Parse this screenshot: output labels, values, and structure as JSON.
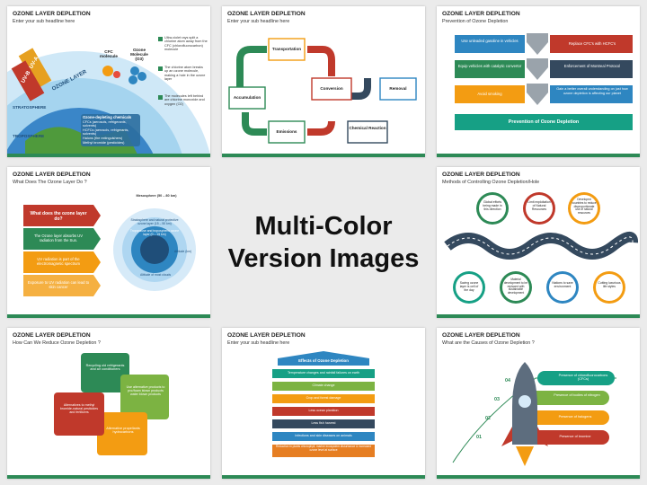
{
  "slides": [
    {
      "title": "OZONE LAYER DEPLETION",
      "subtitle": "Enter your sub headline here",
      "labels": {
        "uva": "UV-A",
        "uvb": "UV-B",
        "ozone": "OZONE LAYER",
        "stratosphere": "STRATOSPHERE",
        "troposphere": "TROPOSPHERE",
        "cfc": "CFC molecule",
        "o3": "Ozone Molecule (O3)",
        "odc": "Ozone-depleting chemicals",
        "c1": "CFCs (aerosols, refrigerants, solvents)",
        "c2": "HCFCs (aerosols, refrigerants, solvents)",
        "c3": "Halons (fire extinguishers)",
        "c4": "Methyl bromide (pesticides)",
        "s1": "Ultra-violet rays split a chlorine atom away from the CFC (chlorofluorocarbon) molecule",
        "s2": "The chlorine atom breaks up an ozone molecule, making a hole in the ozone layer",
        "s3": "The molecules left behind are chlorine monoxide and oxygen (O2)"
      }
    },
    {
      "title": "OZONE LAYER DEPLETION",
      "subtitle": "Enter your sub headline here",
      "steps": [
        "Transportation",
        "Accumulation",
        "Conversion",
        "Removal",
        "Emissions",
        "Chemical Reaction"
      ]
    },
    {
      "title": "OZONE LAYER DEPLETION",
      "subtitle": "Prevention of Ozone Depletion",
      "left": [
        "Use unleaded gasoline in vehicles",
        "Equip vehicles with catalytic convertor",
        "Avoid smoking"
      ],
      "right": [
        "Replace CFC's with HCFC's",
        "Enforcement of Montreal Protocol",
        "Gain a better overall understanding on just how ozone depletion is affecting our planet"
      ],
      "footer": "Prevention of Ozone Depletion"
    },
    {
      "title": "OZONE LAYER DEPLETION",
      "subtitle": "What Does The Ozone Layer Do ?",
      "items": [
        "What does the ozone layer do?",
        "The Ozone layer absorbs UV radiation from the Sun.",
        "UV radiation is part of the electromagnetic spectrum",
        "Exposure to UV radiation can lead to skin cancer"
      ],
      "rings": [
        "Mesosphere (50 – 80 km)",
        "Stratosphere and natural protective ozone layer (15 – 50 km)",
        "Tropopause and tropospheric ozone layer (0 – 15 km)",
        "Altitude (km)",
        "Altitude of most clouds"
      ]
    },
    {
      "title": "OZONE LAYER DEPLETION",
      "subtitle": "Methods of Controlling Ozone Depletion/Hole",
      "top": [
        "Global efforts being made in this direction",
        "Limit exploitation of Natural Resources",
        "Developed countries to reduce disproportionate use of natural resources"
      ],
      "bottom": [
        "Saving ozone layer is cell of the day",
        "Material development to be replaced with sustainable development",
        "Nations to save environment",
        "Cutting luxurious life styles"
      ]
    },
    {
      "title": "OZONE LAYER DEPLETION",
      "subtitle": "How Can We Reduce Ozone Depletion ?",
      "items": [
        "Recycling old refrigerants and air conditioners",
        "Use alternative products to pvc/foam blown products water blown products",
        "Alternative propellants hydrocarbons",
        "Alternatives to methyl bromide-natural pesticides and fertilizers"
      ]
    },
    {
      "title": "OZONE LAYER DEPLETION",
      "subtitle": "Enter your sub headline here",
      "header": "Effects of Ozone Depletion",
      "rows": [
        "Temperature changes and rainfall failures on earth",
        "Climate change",
        "Crop and forest damage",
        "Less ocean plankton",
        "Less fish harvest",
        "Infections and skin diseases on animals",
        "Reduction in plants chlorophyll, marine ecosystem disturbance & increased ozone level at surface"
      ]
    },
    {
      "title": "OZONE LAYER DEPLETION",
      "subtitle": "What are the Causes of Ozone Depletion ?",
      "nums": [
        "04",
        "03",
        "02",
        "01"
      ],
      "items": [
        "Presence of chlorofluorocarbons (CFCs)",
        "Presence of bodies of nitrogen",
        "Presence of halogens",
        "Presence of bromine"
      ]
    }
  ],
  "center": {
    "line1": "Multi-Color",
    "line2": "Version Images"
  },
  "colors": {
    "green": "#2d8a56",
    "orange": "#f39c12",
    "red": "#d64541",
    "blue": "#2e86c1",
    "teal": "#16a085",
    "slate": "#34495e"
  }
}
